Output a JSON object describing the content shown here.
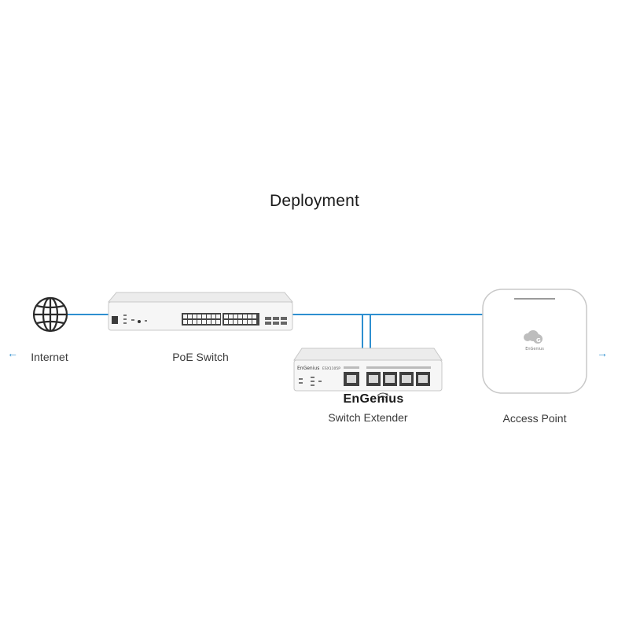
{
  "title": "Deployment",
  "colors": {
    "link": "#2e8fd0",
    "device_fill": "#f6f6f6",
    "device_stroke": "#c8c8c8"
  },
  "nav": {
    "prev_icon": "arrow-left-icon",
    "next_icon": "arrow-right-icon",
    "prev_glyph": "←",
    "next_glyph": "→"
  },
  "nodes": {
    "internet": {
      "label": "Internet",
      "icon": "globe-icon"
    },
    "poe_switch": {
      "label": "PoE Switch"
    },
    "switch_extender": {
      "brand": "EnGenius",
      "label": "Switch Extender",
      "badge_brand": "EnGenius",
      "model": "ESX1105P"
    },
    "access_point": {
      "label": "Access Point",
      "logo_text": "EnGenius"
    }
  }
}
